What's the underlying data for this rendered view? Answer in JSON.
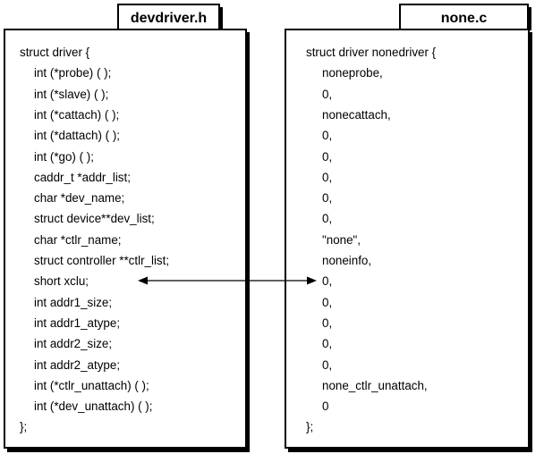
{
  "left_file": {
    "tab_label": "devdriver.h",
    "lines": [
      "struct driver {",
      "int (*probe) ( );",
      "int (*slave) ( );",
      "int (*cattach) ( );",
      "int (*dattach) ( );",
      "int (*go) ( );",
      "caddr_t *addr_list;",
      "char *dev_name;",
      "struct device**dev_list;",
      "char *ctlr_name;",
      "struct controller **ctlr_list;",
      "short xclu;",
      "int addr1_size;",
      "int addr1_atype;",
      "int addr2_size;",
      "int addr2_atype;",
      "int (*ctlr_unattach) ( );",
      "int (*dev_unattach) ( );",
      "};"
    ]
  },
  "right_file": {
    "tab_label": "none.c",
    "lines": [
      "struct driver nonedriver {",
      "noneprobe,",
      "0,",
      "nonecattach,",
      "0,",
      "0,",
      "0,",
      "0,",
      "0,",
      "\"none\",",
      "noneinfo,",
      "0,",
      "0,",
      "0,",
      "0,",
      "0,",
      "none_ctlr_unattach,",
      "0",
      "};"
    ]
  },
  "arrow": {
    "from": "short xclu;",
    "to": "0,"
  }
}
